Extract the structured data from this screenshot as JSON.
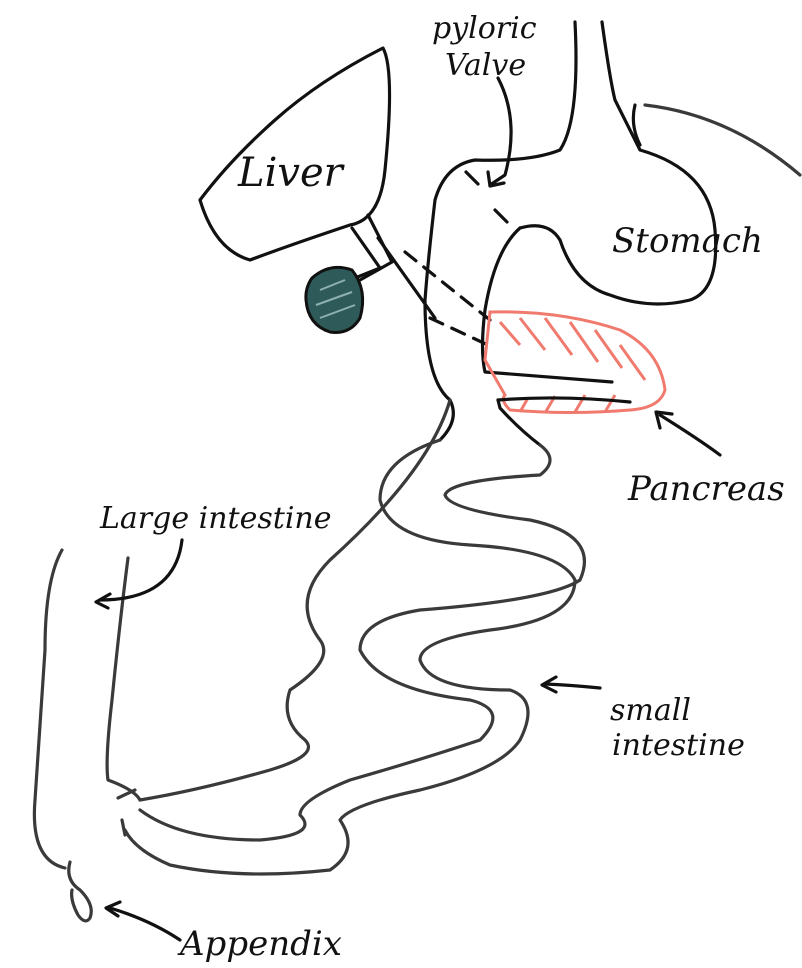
{
  "labels": {
    "pyloric_valve_line1": "pyloric",
    "pyloric_valve_line2": "Valve",
    "liver": "Liver",
    "stomach": "Stomach",
    "pancreas": "Pancreas",
    "large_intestine": "Large intestine",
    "small_intestine_line1": "small",
    "small_intestine_line2": "intestine",
    "appendix": "Appendix"
  },
  "colors": {
    "ink": "#111111",
    "gallbladder_fill": "#2f5a5a",
    "pancreas": "#f07a6e"
  }
}
